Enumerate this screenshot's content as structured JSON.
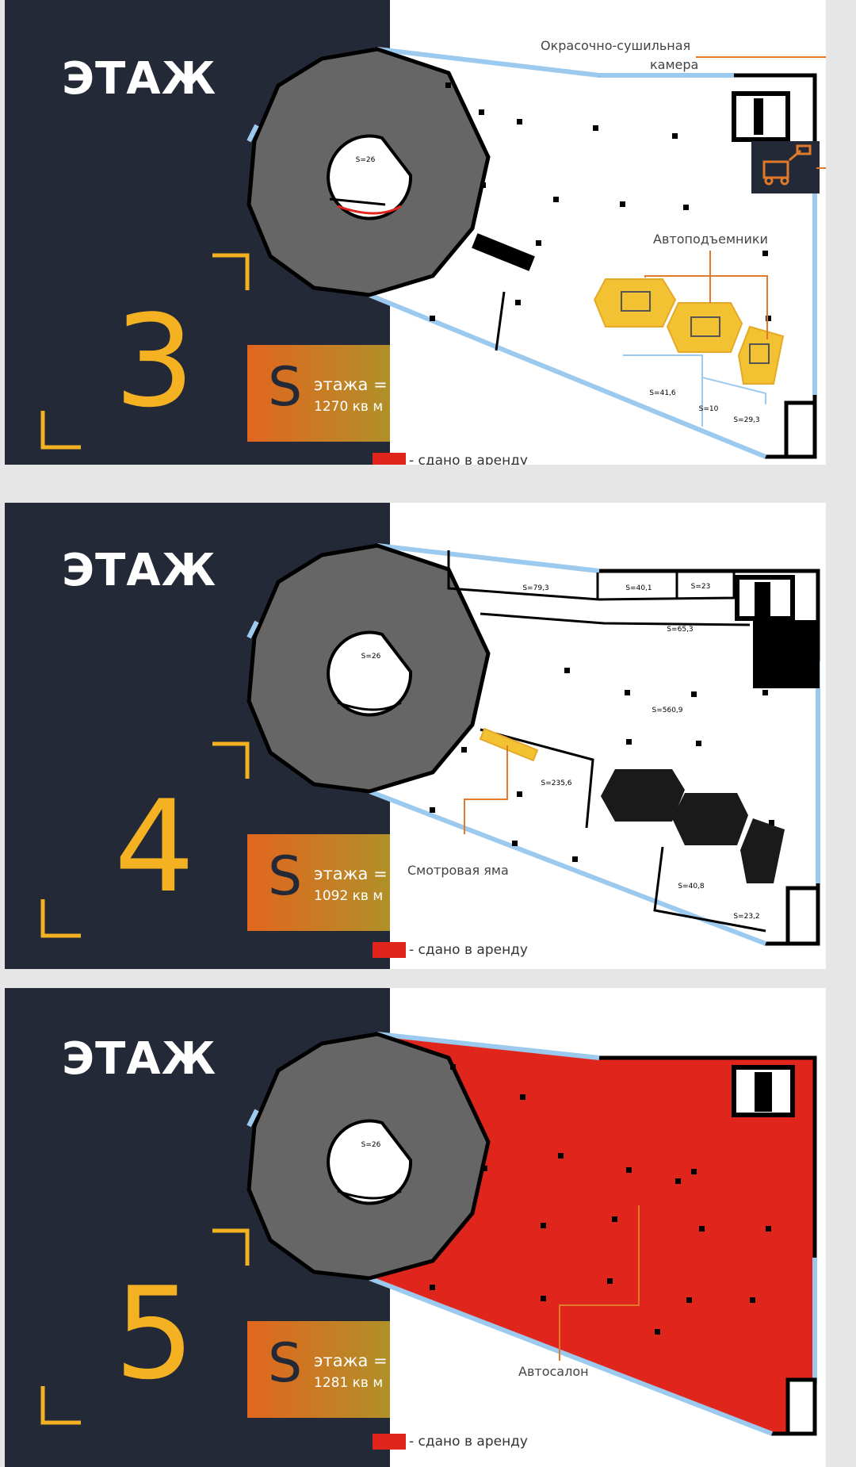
{
  "floors": [
    {
      "title": "ЭТАЖ",
      "number": "3",
      "s_letter": "S",
      "s_label": "этажа =",
      "s_value": "1270 кв м",
      "legend": "- сдано в аренду",
      "center_area": "S=26",
      "areas": [
        "S=41,6",
        "S=10",
        "S=29,3"
      ],
      "callouts": [
        "Окрасочно-сушильная",
        "камера",
        "Автоподъемники"
      ]
    },
    {
      "title": "ЭТАЖ",
      "number": "4",
      "s_letter": "S",
      "s_label": "этажа =",
      "s_value": "1092 кв м",
      "legend": "- сдано в аренду",
      "center_area": "S=26",
      "areas": [
        "S=79,3",
        "S=40,1",
        "S=23",
        "S=65,3",
        "S=560,9",
        "S=235,6",
        "S=40,8",
        "S=23,2"
      ],
      "callouts": [
        "Смотровая яма"
      ]
    },
    {
      "title": "ЭТАЖ",
      "number": "5",
      "s_letter": "S",
      "s_label": "этажа =",
      "s_value": "1281 кв м",
      "legend": "- сдано в аренду",
      "center_area": "S=26",
      "areas": [],
      "callouts": [
        "Автосалон"
      ]
    }
  ],
  "colors": {
    "dark": "#232936",
    "accent": "#f4b223",
    "rented": "#e0251c",
    "wall_glass": "#9ccaee",
    "lift": "#f2c233",
    "callout_line": "#e07a2a",
    "spiral": "#666666"
  }
}
